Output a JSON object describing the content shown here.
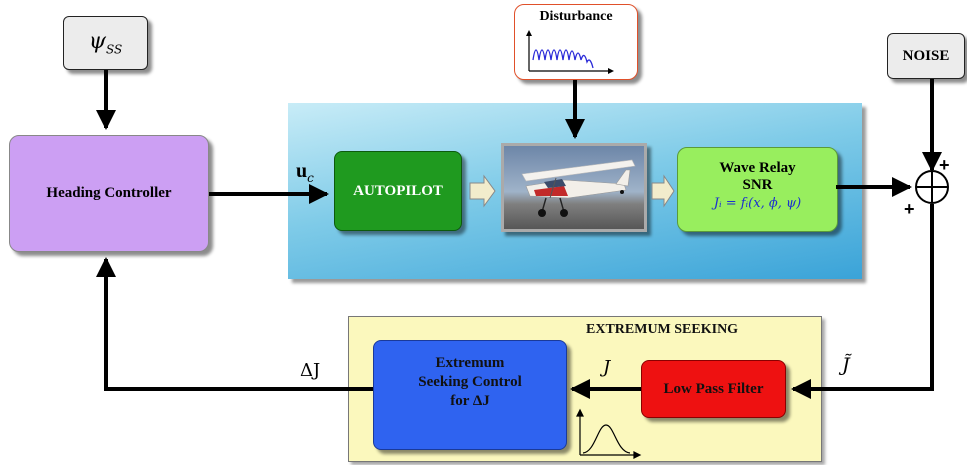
{
  "inputs": {
    "psi_ss": "ψ",
    "psi_ss_sub": "SS",
    "noise": "NOISE",
    "disturbance": "Disturbance"
  },
  "blocks": {
    "heading_controller": "Heading Controller",
    "autopilot": "AUTOPILOT",
    "wave_relay_line1": "Wave Relay",
    "wave_relay_line2": "SNR",
    "wave_relay_formula": "Jᵢ = fᵢ(x, ϕ, ψ)",
    "extremum_control_line1": "Extremum",
    "extremum_control_line2": "Seeking Control",
    "extremum_control_line3": "for ΔJ",
    "low_pass_filter": "Low Pass Filter",
    "extremum_seeking_title": "EXTREMUM SEEKING"
  },
  "signals": {
    "uc_main": "u",
    "uc_sub": "c",
    "delta_j": "ΔJ",
    "j": "J",
    "j_tilde": "J̃",
    "plus_top": "+",
    "plus_left": "+"
  },
  "colors": {
    "heading_controller": "#cc9cf2",
    "autopilot": "#1f9a1f",
    "wave_relay": "#98ee5e",
    "extremum_control": "#2f63f0",
    "low_pass_filter": "#ee1111",
    "extremum_panel": "#fbf7b3",
    "plant_panel": "#8fd0ea",
    "gray_box": "#ececec"
  }
}
